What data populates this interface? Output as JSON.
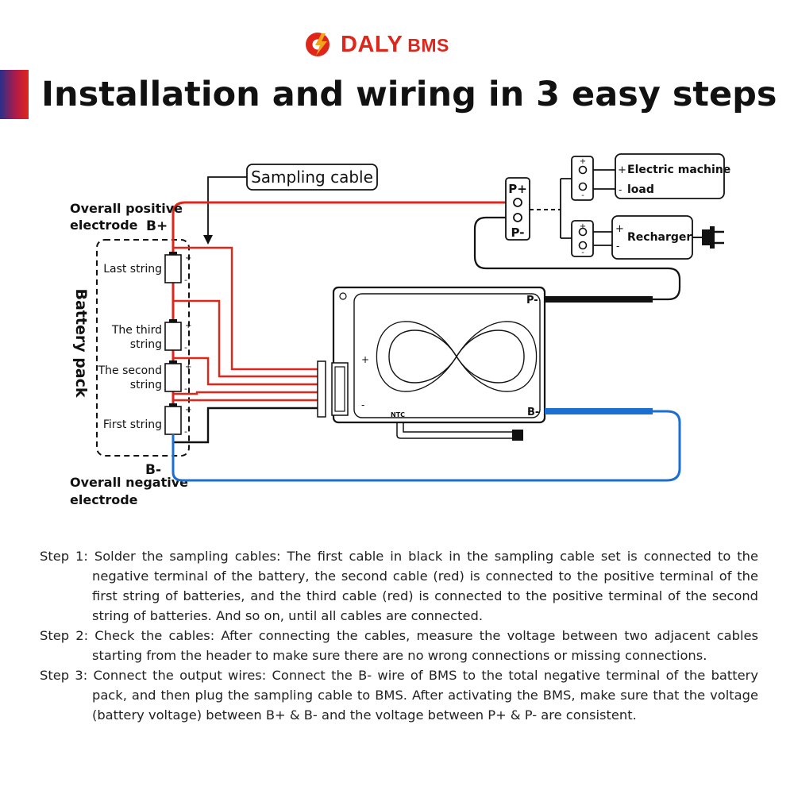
{
  "brand": {
    "name": "DALY",
    "suffix": "BMS",
    "color": "#e0251b"
  },
  "title": "Installation and wiring in 3 easy steps",
  "diagram": {
    "sampling_cable": "Sampling cable",
    "overall_positive_line1": "Overall positive",
    "overall_positive_line2": "electrode",
    "b_plus": "B+",
    "b_minus": "B-",
    "overall_negative_line1": "Overall negative",
    "overall_negative_line2": "electrode",
    "battery_pack": "Battery pack",
    "cells": {
      "last": "Last string",
      "third_line1": "The third",
      "third_line2": "string",
      "second_line1": "The second",
      "second_line2": "string",
      "first": "First string"
    },
    "p_plus": "P+",
    "p_minus": "P-",
    "electric_machine": "Electric machine",
    "load": "load",
    "recharger": "Recharger",
    "bms_p_minus": "P-",
    "bms_b_minus": "B-",
    "bms_plus": "+",
    "bms_minus": "-",
    "ntc": "NTC",
    "plus": "+",
    "minus": "-",
    "colors": {
      "red": "#e0251b",
      "blue": "#1a6fd1",
      "black": "#111111"
    }
  },
  "steps": [
    {
      "prefix": "Step 1:",
      "text": "Solder the sampling cables: The first cable in black in the sampling cable set is connected to the negative terminal of the battery, the second cable (red) is connected to the positive terminal of the first string of batteries, and the third cable (red) is connected to the positive terminal of the second string of batteries. And so on, until all cables are connected."
    },
    {
      "prefix": "Step 2:",
      "text": "Check the cables: After connecting the cables, measure the voltage between two adjacent cables starting from the header to make sure there are no wrong connections or missing connections."
    },
    {
      "prefix": "Step 3:",
      "text": "Connect the output wires: Connect the B- wire of BMS to the total negative terminal of the battery pack, and then plug the sampling cable to BMS. After activating the BMS, make sure that the voltage (battery voltage) between B+ & B- and the voltage between P+ & P- are consistent."
    }
  ]
}
